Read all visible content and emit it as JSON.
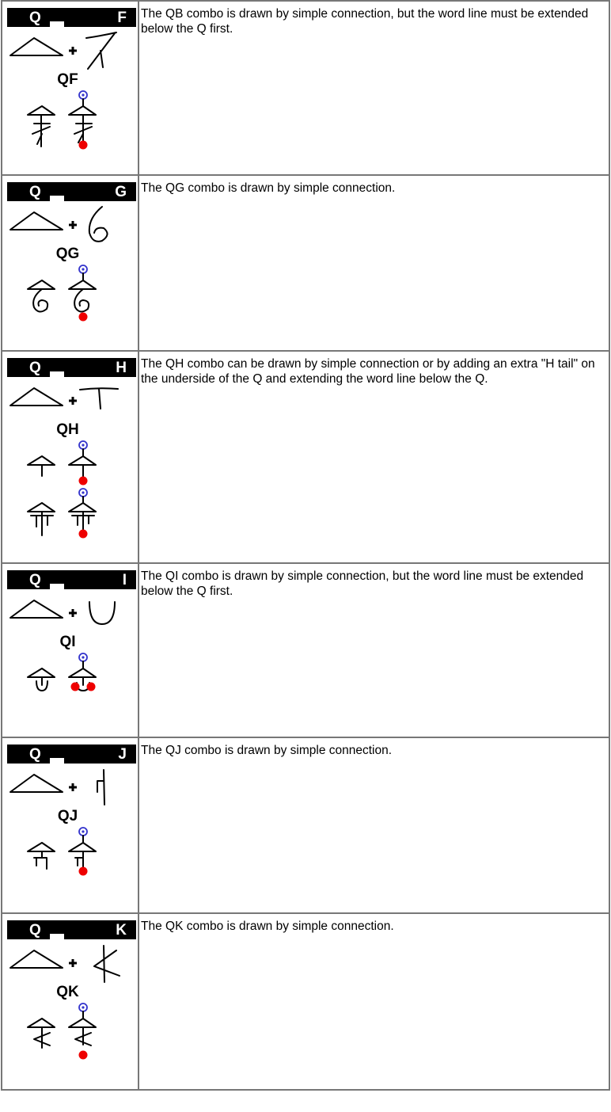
{
  "icons": {
    "plus": "plus-sign",
    "start_marker": "blue-circle-start-marker",
    "end_marker": "red-dot-end-marker"
  },
  "colors": {
    "border": "#777777",
    "header_bg": "#000000",
    "start_marker": "#3333cc",
    "end_marker": "#ee0000"
  },
  "rows": [
    {
      "first_letter": "Q",
      "second_letter": "F",
      "combo": "QF",
      "description": "The QB combo is drawn by simple connection, but the word line must be extended below the Q first."
    },
    {
      "first_letter": "Q",
      "second_letter": "G",
      "combo": "QG",
      "description": "The QG combo is drawn by simple connection."
    },
    {
      "first_letter": "Q",
      "second_letter": "H",
      "combo": "QH",
      "description": "The QH combo can be drawn by simple connection or by adding an extra \"H tail\" on the underside of the Q and extending the word line below the Q."
    },
    {
      "first_letter": "Q",
      "second_letter": "I",
      "combo": "QI",
      "description": "The QI combo is drawn by simple connection, but the word line must be extended below the Q first."
    },
    {
      "first_letter": "Q",
      "second_letter": "J",
      "combo": "QJ",
      "description": "The QJ combo is drawn by simple connection."
    },
    {
      "first_letter": "Q",
      "second_letter": "K",
      "combo": "QK",
      "description": "The QK combo is drawn by simple connection."
    }
  ]
}
